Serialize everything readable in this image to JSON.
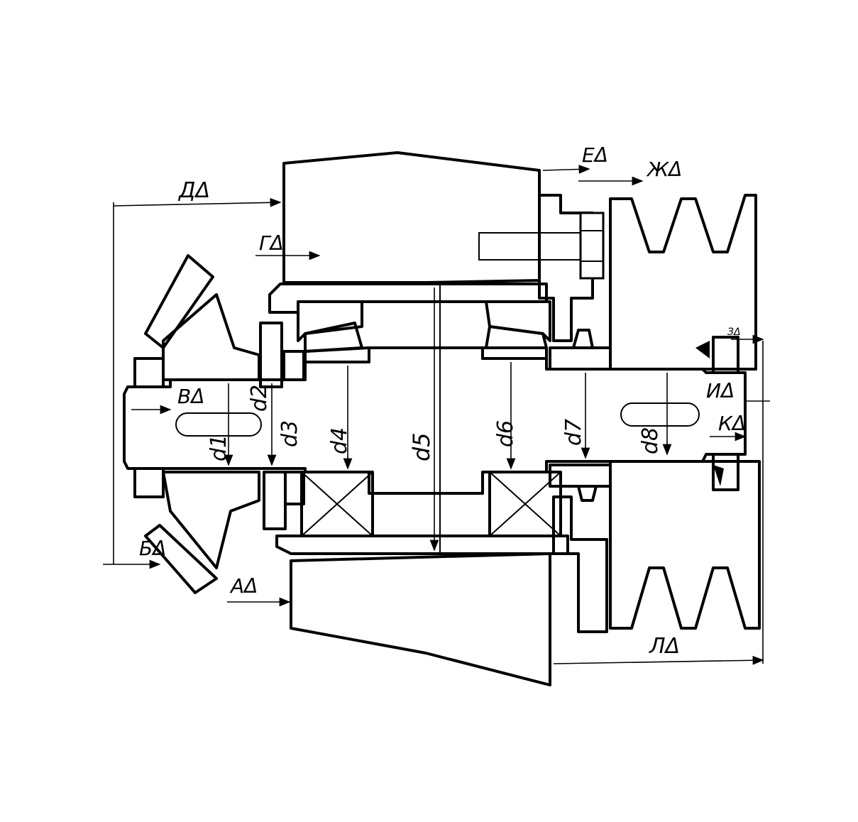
{
  "colors": {
    "ink": "#000000",
    "paper": "#ffffff"
  },
  "labels": {
    "A": "АΔ",
    "B": "БΔ",
    "V": "ВΔ",
    "G": "ГΔ",
    "D": "ДΔ",
    "E": "ЕΔ",
    "Zh": "ЖΔ",
    "Z": "ЗΔ",
    "I": "ИΔ",
    "K": "КΔ",
    "L": "ЛΔ"
  },
  "diameters": {
    "d1": "d1",
    "d2": "d2",
    "d3": "d3",
    "d4": "d4",
    "d5": "d5",
    "d6": "d6",
    "d7": "d7",
    "d8": "d8"
  }
}
